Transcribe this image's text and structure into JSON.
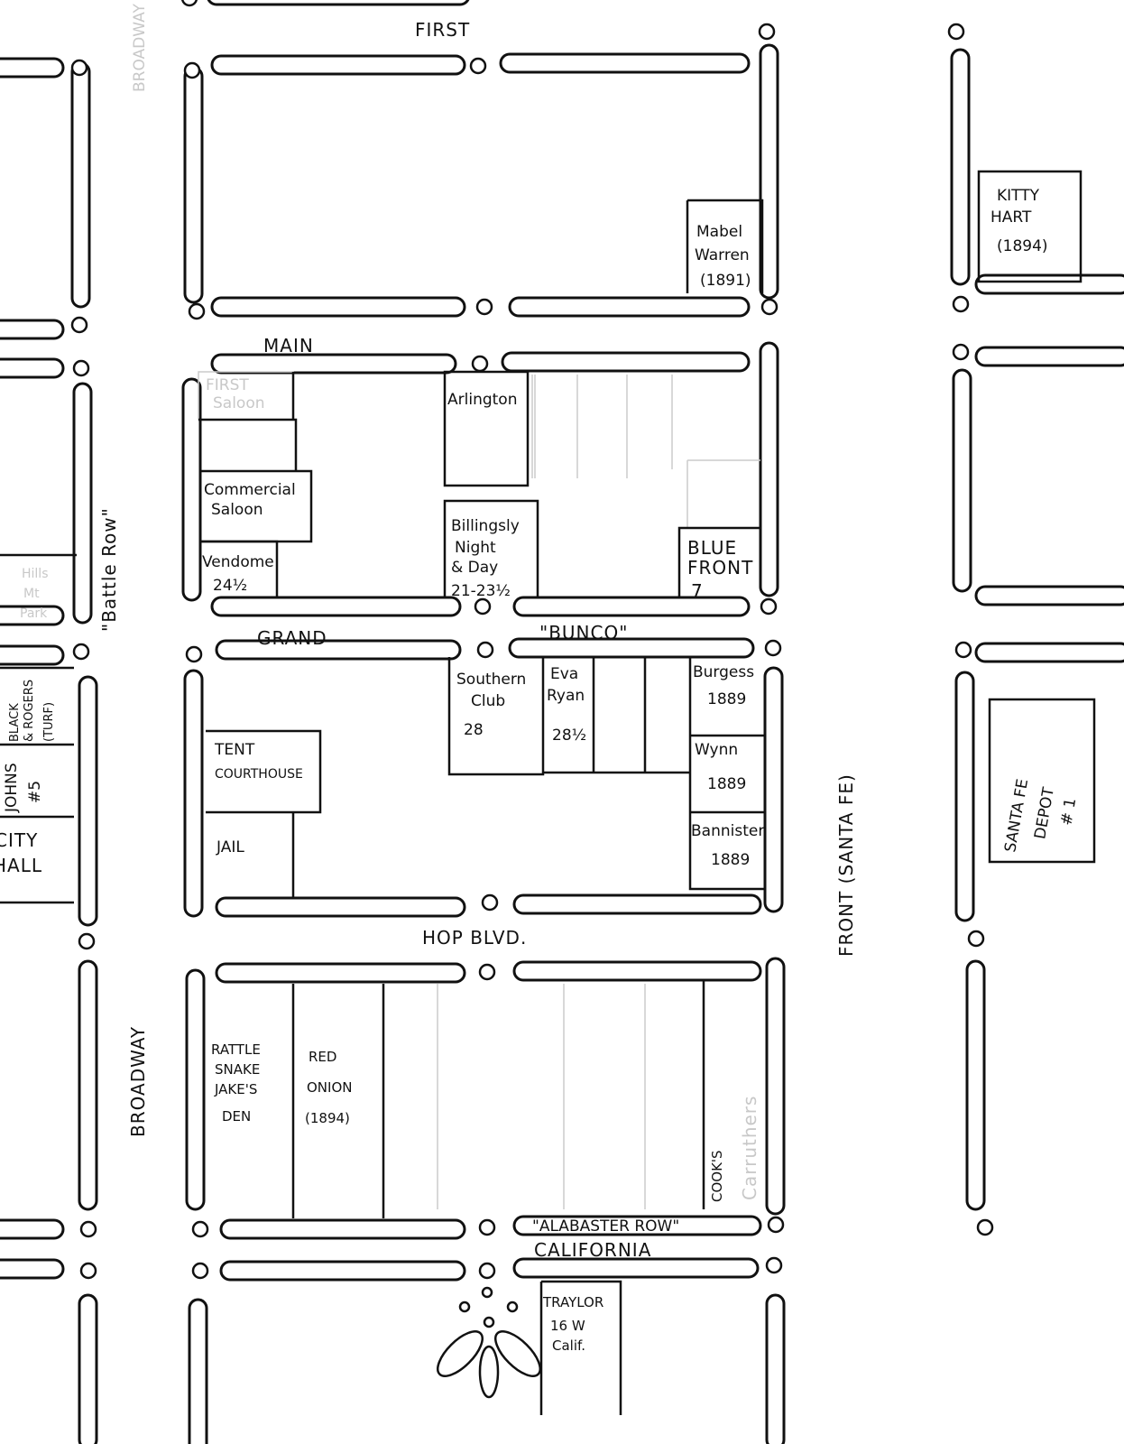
{
  "streets": {
    "first": "FIRST",
    "main": "MAIN",
    "grand": "GRAND",
    "bunco": "\"BUNCO\"",
    "hop": "HOP BLVD.",
    "california": "CALIFORNIA",
    "alabaster": "\"ALABASTER ROW\"",
    "broadway": "BROADWAY",
    "broadway_faint": "BROADWAY",
    "battle_row": "\"Battle Row\"",
    "front": "FRONT (SANTA FE)"
  },
  "buildings": {
    "mabel_warren": [
      "Mabel",
      "Warren",
      "(1891)"
    ],
    "kitty_hart": [
      "KITTY",
      "HART",
      "(1894)"
    ],
    "first_saloon": [
      "FIRST",
      "Saloon"
    ],
    "commercial_saloon": [
      "Commercial",
      "Saloon"
    ],
    "vendome": [
      "Vendome",
      "24½"
    ],
    "arlington": [
      "Arlington"
    ],
    "billingsly": [
      "Billingsly",
      "Night",
      "& Day",
      "21-23½"
    ],
    "blue_front": [
      "BLUE",
      "FRONT",
      "7"
    ],
    "southern_club": [
      "Southern",
      "Club",
      "28"
    ],
    "eva_ryan": [
      "Eva",
      "Ryan",
      "28½"
    ],
    "burgess": [
      "Burgess",
      "1889"
    ],
    "wynn": [
      "Wynn",
      "1889"
    ],
    "bannister": [
      "Bannister",
      "1889"
    ],
    "tent_courthouse": [
      "TENT",
      "COURTHOUSE"
    ],
    "jail": [
      "JAIL"
    ],
    "rattlesnake": [
      "RATTLE",
      "SNAKE",
      "JAKE'S",
      "DEN"
    ],
    "red_onion": [
      "RED",
      "ONION",
      "(1894)"
    ],
    "cooks": [
      "COOK'S"
    ],
    "carruthers": [
      "Carruthers"
    ],
    "traylor": [
      "TRAYLOR",
      "16 W",
      "Calif."
    ],
    "santa_fe_depot": [
      "SANTA FE",
      "DEPOT",
      "# 1"
    ],
    "hills_park": [
      "Hills",
      "Mt",
      "Park"
    ],
    "black_rogers": [
      "BLACK",
      "& ROGERS",
      "(TURF)"
    ],
    "johns": [
      "JOHNS",
      "#5"
    ],
    "city_hall": [
      "CITY",
      "HALL"
    ]
  },
  "colors": {
    "ink": "#111111",
    "paper": "#ffffff",
    "faint": "#c8c8c8"
  }
}
